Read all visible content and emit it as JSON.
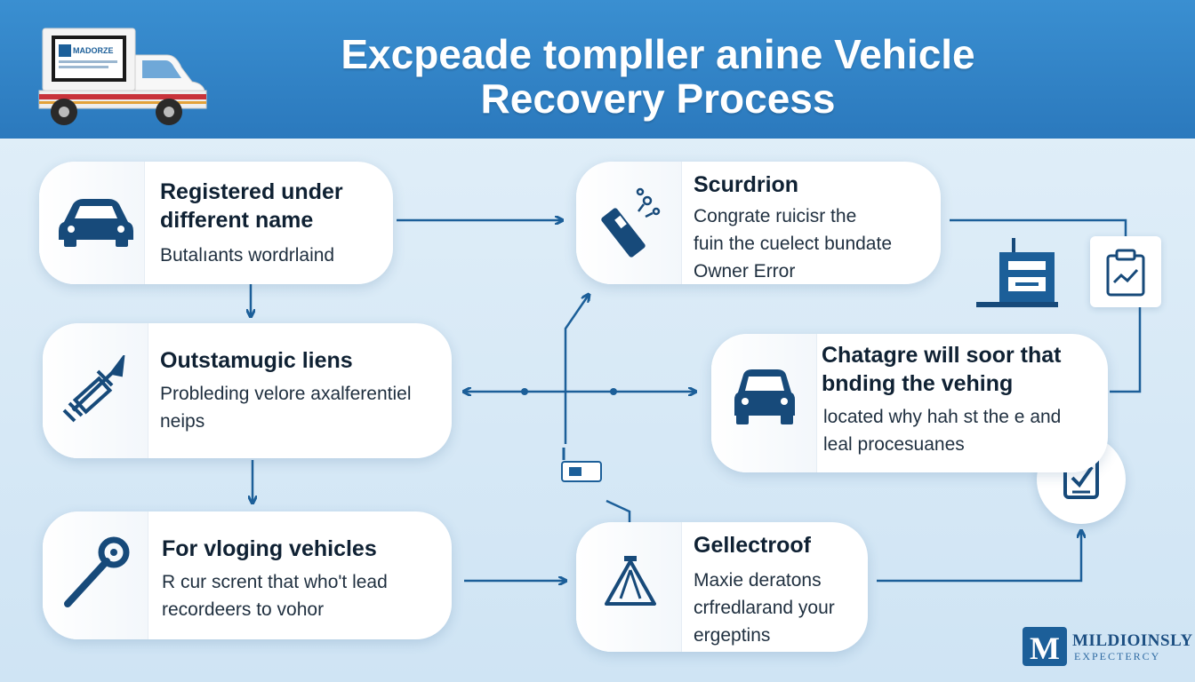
{
  "header": {
    "title_line1": "Excpeade tompller anine Vehicle",
    "title_line2": "Recovery Process",
    "truck_sign": "MADORZE"
  },
  "steps": [
    {
      "heading_line1": "Registered under",
      "heading_line2": "different name",
      "body_line1": "Butalıants wordrlaind",
      "icon": "car-icon"
    },
    {
      "heading_line1": "Outstamugic liens",
      "body_line1": "Probleding velore axalferentiel",
      "body_line2": "neips",
      "icon": "rocket-tool-icon"
    },
    {
      "heading_line1": "For vloging vehicles",
      "body_line1": "R cur scrent that who't lead",
      "body_line2": "recordeers to vohor",
      "icon": "wrench-icon"
    },
    {
      "heading_line1": "Scurdrion",
      "body_line1": "Congrate ruicisr the",
      "body_line2": "fuin the cuelect bundate",
      "body_line3": "Owner Error",
      "icon": "usb-device-icon"
    },
    {
      "heading_line1": "Chatagre will soor that",
      "heading_line2": "bnding the vehing",
      "body_line1": "located why hah st the e and",
      "body_line2": "leal procesuanes",
      "icon": "car-icon"
    },
    {
      "heading_line1": "Gellectroof",
      "body_line1": "Maxie deratons",
      "body_line2": "crfredlarand your",
      "body_line3": "ergeptins",
      "icon": "warning-triangle-icon"
    }
  ],
  "brand": {
    "logo_letter": "M",
    "name": "MILDIOINSLY",
    "tagline": "EXPECTERCY"
  },
  "colors": {
    "header_blue": "#2f82c6",
    "icon_navy": "#174a7a",
    "arrow_blue": "#1c5f99"
  }
}
